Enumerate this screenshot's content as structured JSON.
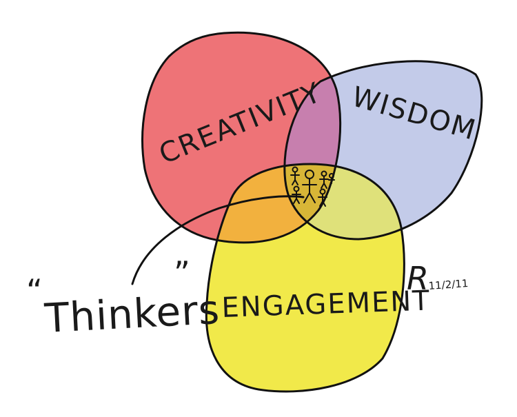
{
  "diagram": {
    "sets": [
      {
        "id": "creativity",
        "label": "CREATIVITY",
        "color": "#ee7377"
      },
      {
        "id": "wisdom",
        "label": "WISDOM",
        "color": "#c3cbe9"
      },
      {
        "id": "engagement",
        "label": "ENGAGEMENT",
        "color": "#f1e94a"
      }
    ],
    "overlap_colors": {
      "creativity_wisdom": "#c77fae",
      "creativity_engagement": "#f2b13e",
      "wisdom_engagement": "#dfe17a",
      "center": "#d8b637"
    },
    "center_icon": "stick-figures-group",
    "annotation": {
      "open_quote": "“",
      "text": "Thinkers",
      "close_quote": "”"
    },
    "signature": {
      "initial": "R",
      "date": "11/2/11"
    }
  }
}
